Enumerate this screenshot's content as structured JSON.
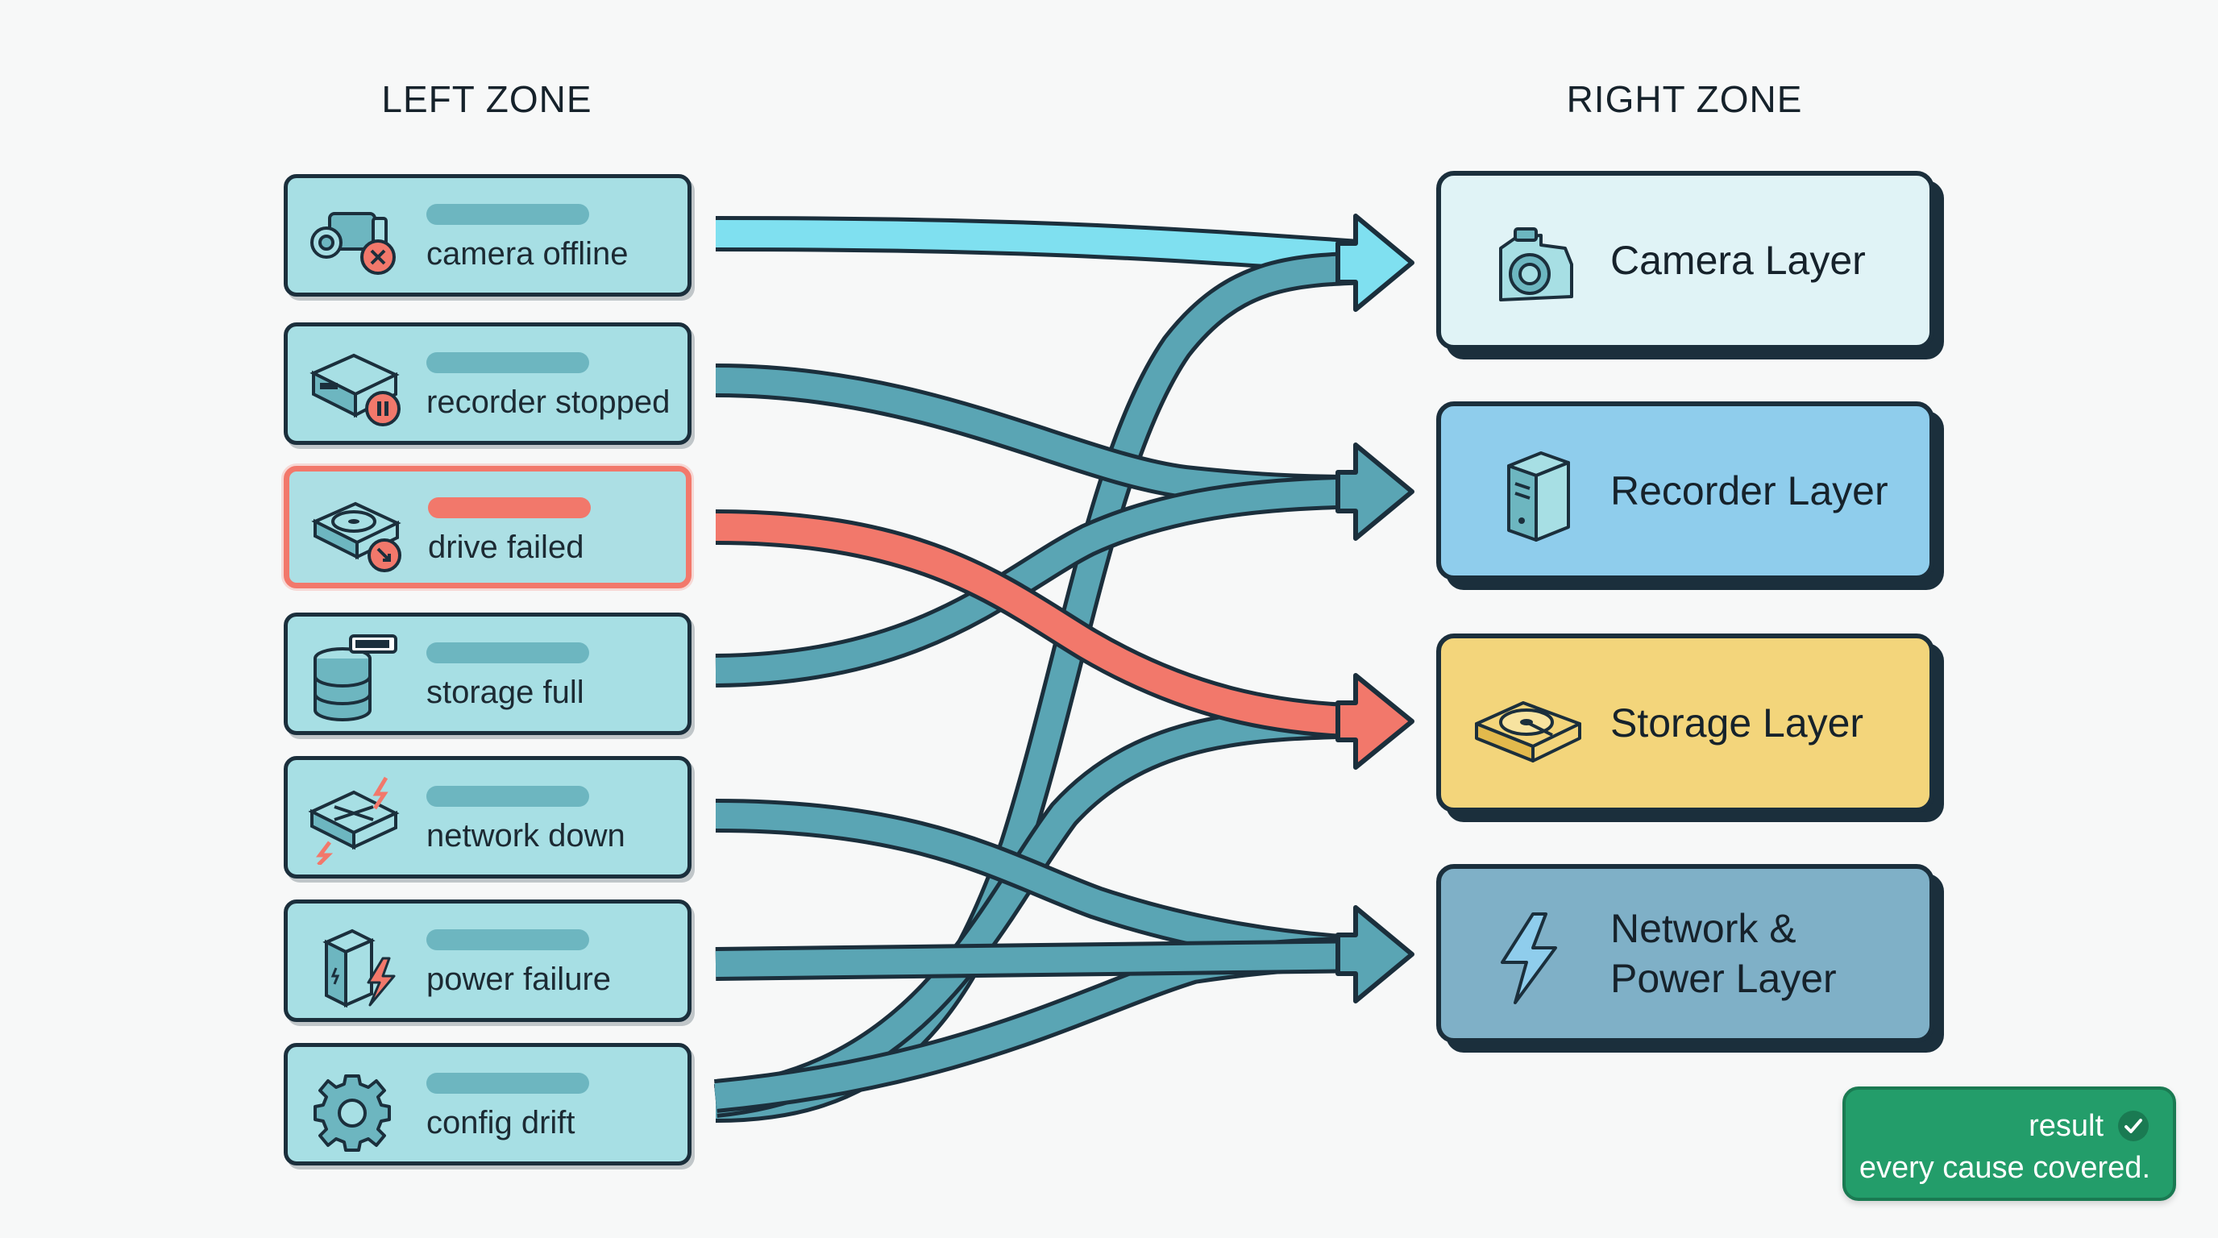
{
  "zones": {
    "left_title": "LEFT ZONE",
    "right_title": "RIGHT ZONE"
  },
  "causes": [
    {
      "label": "camera offline",
      "icon": "camera-offline-icon",
      "highlighted": false,
      "target": "camera"
    },
    {
      "label": "recorder stopped",
      "icon": "recorder-paused-icon",
      "highlighted": false,
      "target": "recorder"
    },
    {
      "label": "drive failed",
      "icon": "drive-failed-icon",
      "highlighted": true,
      "target": "storage"
    },
    {
      "label": "storage full",
      "icon": "storage-full-icon",
      "highlighted": false,
      "target": "recorder"
    },
    {
      "label": "network down",
      "icon": "network-switch-icon",
      "highlighted": false,
      "target": "network_power"
    },
    {
      "label": "power failure",
      "icon": "power-failure-icon",
      "highlighted": false,
      "target": "network_power"
    },
    {
      "label": "config drift",
      "icon": "gear-icon",
      "highlighted": false,
      "target": [
        "camera",
        "storage",
        "network_power"
      ]
    }
  ],
  "layers": [
    {
      "id": "camera",
      "label": "Camera Layer",
      "icon": "camera-icon",
      "color": "#e0f3f6"
    },
    {
      "id": "recorder",
      "label": "Recorder Layer",
      "icon": "server-tower-icon",
      "color": "#8fcdec"
    },
    {
      "id": "storage",
      "label": "Storage Layer",
      "icon": "hard-drive-icon",
      "color": "#f3d57b"
    },
    {
      "id": "network_power",
      "label_line1": "Network &",
      "label_line2": "Power Layer",
      "icon": "lightning-icon",
      "color": "#7fb0c7"
    }
  ],
  "result": {
    "title": "result",
    "text": "every cause covered.",
    "icon": "check-circle-icon"
  },
  "colors": {
    "flow_default": "#5aa5b4",
    "flow_camera": "#7fe0f0",
    "flow_highlight": "#f2786b",
    "outline": "#1b2f3c",
    "result_bg": "#239d6a"
  }
}
